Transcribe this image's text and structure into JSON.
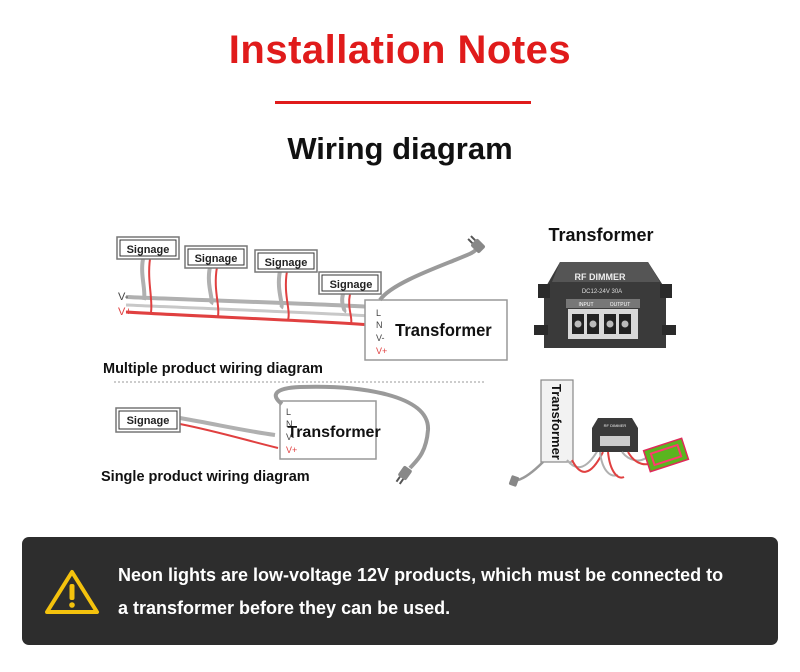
{
  "header": {
    "title": "Installation Notes",
    "subtitle": "Wiring diagram"
  },
  "multiple": {
    "signage_labels": [
      "Signage",
      "Signage",
      "Signage",
      "Signage"
    ],
    "wire_neg": "V-",
    "wire_pos": "V+",
    "terminals": [
      "L",
      "N",
      "V-",
      "V+"
    ],
    "transformer_label": "Transformer",
    "caption": "Multiple product wiring diagram"
  },
  "single": {
    "signage_label": "Signage",
    "terminals": [
      "L",
      "N",
      "V-",
      "V+"
    ],
    "transformer_label": "Transformer",
    "caption": "Single product wiring diagram"
  },
  "right_panel": {
    "heading": "Transformer",
    "dimmer_label": "RF DIMMER",
    "dimmer_spec": "DC12-24V 30A",
    "input_label": "INPUT",
    "output_label": "OUTPUT",
    "vertical_label": "Transformer",
    "small_dimmer_label": "RF DIMMER"
  },
  "warning": {
    "icon": "warning-triangle-icon",
    "lines": [
      "Neon lights are low-voltage 12V products, which must be connected to",
      "a transformer before they can be used."
    ]
  },
  "colors": {
    "title_red": "#e01b1b",
    "wire_gray": "#b0b0b0",
    "wire_red": "#e04040",
    "warning_bg": "#2d2d2d",
    "warning_yellow": "#f4c20d"
  }
}
